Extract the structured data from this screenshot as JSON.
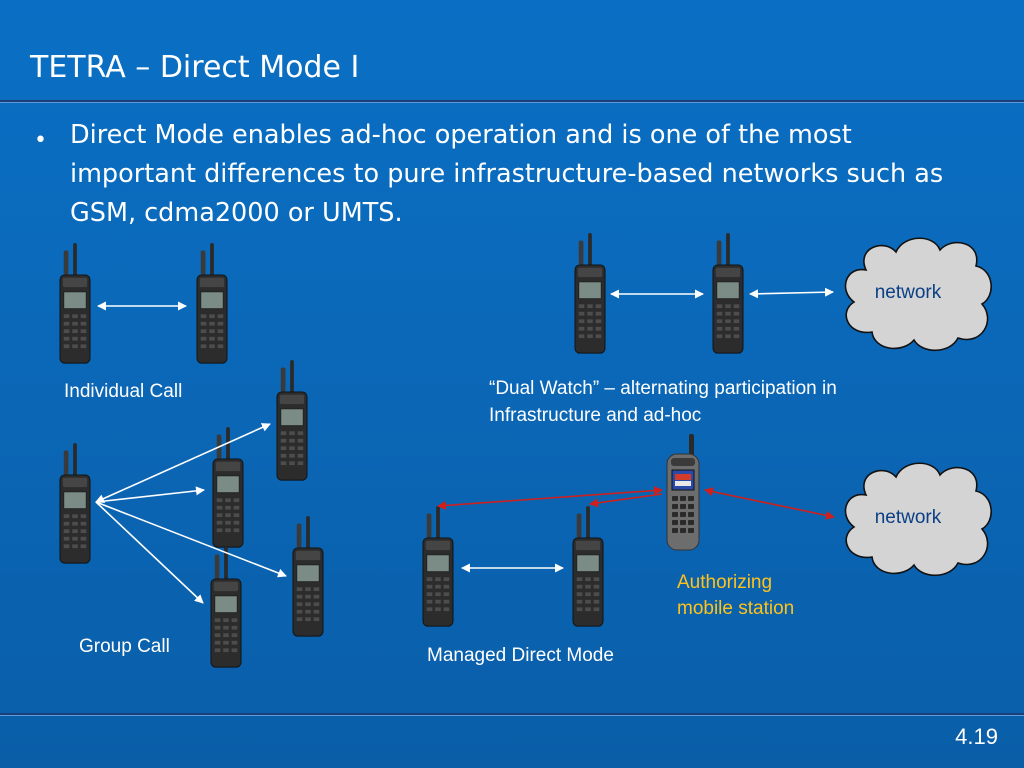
{
  "slide": {
    "title": "TETRA – Direct Mode I",
    "bullet": "Direct Mode enables ad-hoc operation and is one of the most important differences to pure infrastructure-based networks such as GSM, cdma2000 or UMTS.",
    "page_number": "4.19"
  },
  "labels": {
    "individual_call": "Individual Call",
    "group_call": "Group Call",
    "dual_watch_line1": "“Dual Watch” – alternating participation in",
    "dual_watch_line2": "Infrastructure and ad-hoc",
    "managed_direct_mode": "Managed Direct Mode",
    "authorizing_line1": "Authorizing",
    "authorizing_line2": "mobile station",
    "network_top": "network",
    "network_bottom": "network"
  },
  "colors": {
    "background": "#0b68b8",
    "text": "#ffffff",
    "highlight": "#ffc21a",
    "link_white": "#ffffff",
    "link_red": "#d0201c",
    "cloud_fill": "#d4d4d4"
  }
}
